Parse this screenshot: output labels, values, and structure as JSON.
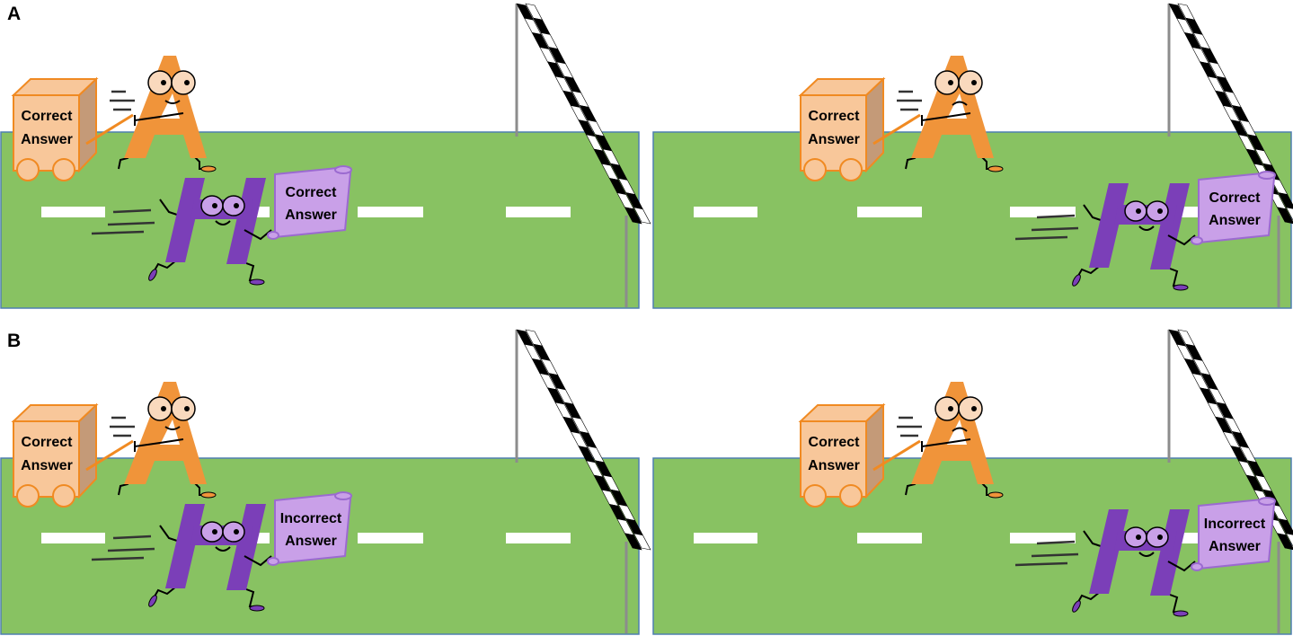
{
  "rows": [
    {
      "label": "A",
      "scroll_text_1": "Correct",
      "scroll_text_2": "Answer"
    },
    {
      "label": "B",
      "scroll_text_1": "Incorrect",
      "scroll_text_2": "Answer"
    }
  ],
  "cart_text_1": "Correct",
  "cart_text_2": "Answer",
  "colors": {
    "grass": "#88c262",
    "grass_border": "#4f7fb0",
    "road_stripe": "#ffffff",
    "letter_a": "#f0943a",
    "cart_fill": "#f8c79a",
    "cart_side": "#c49a78",
    "cart_outline": "#f08a22",
    "letter_h": "#7b3fb8",
    "scroll_fill": "#c9a0e8",
    "scroll_edge": "#9b6ad0",
    "pole": "#8c8c8c",
    "eye_fill": "#f9d9bd"
  },
  "icons": [
    "letter-a-character",
    "letter-h-character",
    "answer-cart",
    "answer-scroll",
    "checkered-finish-flag",
    "finish-pole"
  ]
}
